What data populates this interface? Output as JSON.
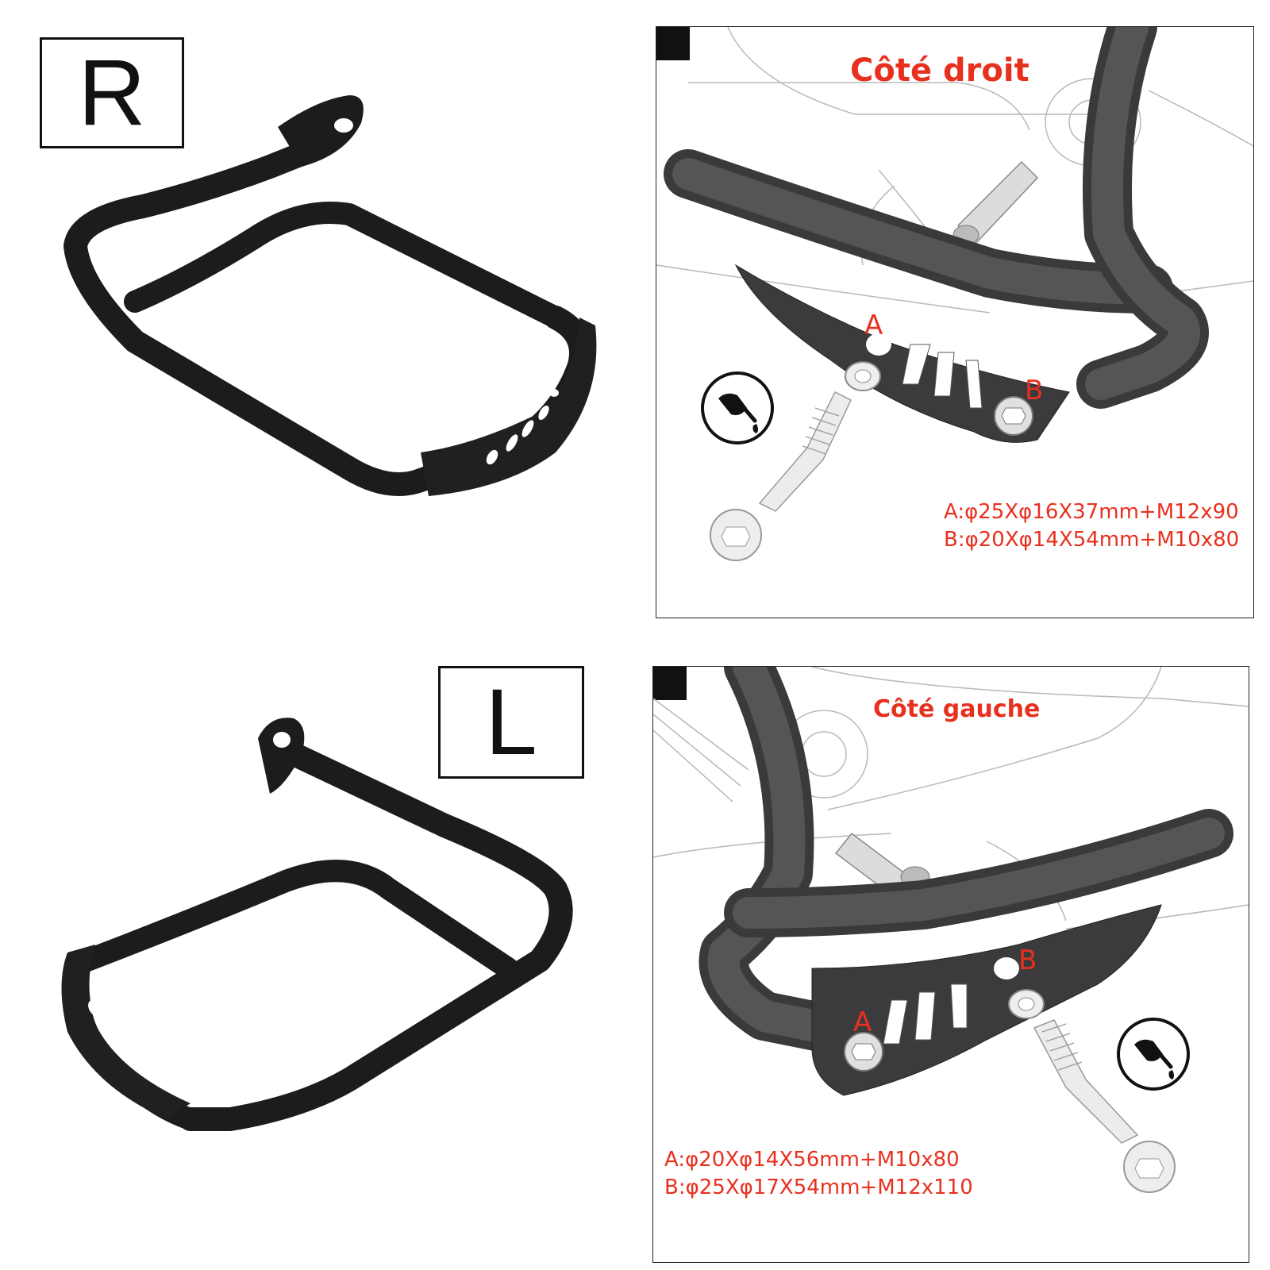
{
  "right_side": {
    "label": "R",
    "diagram": {
      "title": "Côté droit",
      "markers": [
        "A",
        "B"
      ],
      "spec_a": "A:φ25Xφ16X37mm+M12x90",
      "spec_b": "B:φ20Xφ14X54mm+M10x80",
      "icon": "threadlocker-icon"
    }
  },
  "left_side": {
    "label": "L",
    "diagram": {
      "title": "Côté gauche",
      "markers": [
        "A",
        "B"
      ],
      "spec_a": "A:φ20Xφ14X56mm+M10x80",
      "spec_b": "B:φ25Xφ17X54mm+M12x110",
      "icon": "threadlocker-icon"
    }
  },
  "colors": {
    "accent": "#e8301f",
    "bar": "#1c1c1e",
    "line": "#9a9a9a"
  }
}
